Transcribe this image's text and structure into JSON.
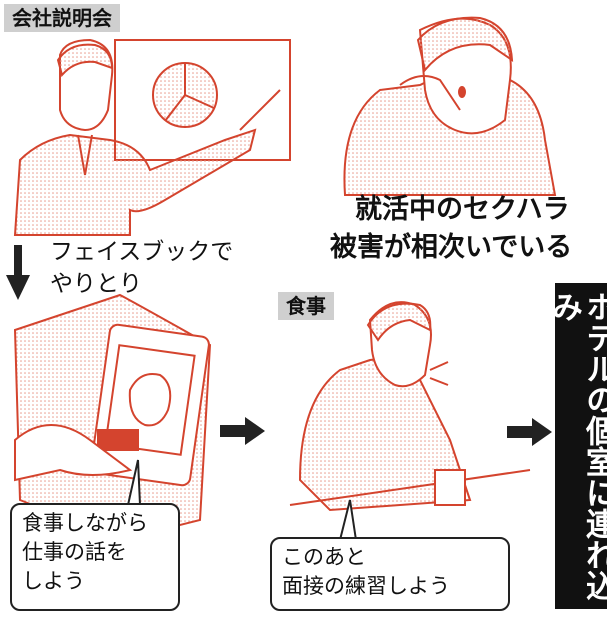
{
  "labels": {
    "briefing": "会社説明会",
    "meal": "食事"
  },
  "headline": {
    "line1": "就活中のセクハラ",
    "line2": "被害が相次いでいる"
  },
  "facebook_caption": {
    "line1": "フェイスブックで",
    "line2": "やりとり"
  },
  "bubbles": {
    "phone": [
      "食事しながら",
      "仕事の話を",
      "しよう"
    ],
    "meal": [
      "このあと",
      "面接の練習しよう"
    ]
  },
  "banner": "ホテルの個室に連れ込み",
  "colors": {
    "line_art": "#d4442e",
    "shading": "#e89a8c",
    "tag_bg": "#cfcfcf",
    "banner_bg": "#111111"
  },
  "icons": [
    "down-arrow-icon",
    "right-arrow-icon",
    "right-arrow-icon"
  ]
}
